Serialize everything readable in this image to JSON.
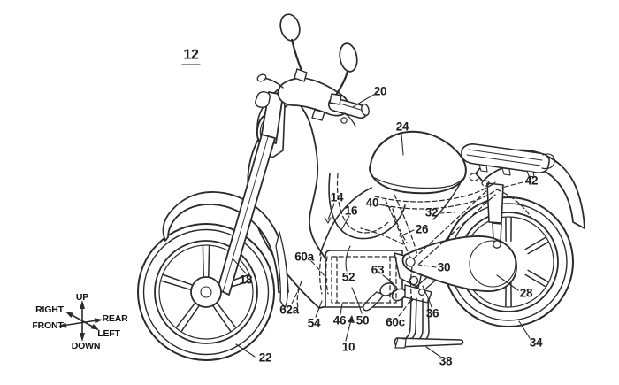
{
  "figure": {
    "number": "12",
    "labels": [
      {
        "ref": "20",
        "text": "20"
      },
      {
        "ref": "24",
        "text": "24"
      },
      {
        "ref": "42",
        "text": "42"
      },
      {
        "ref": "14",
        "text": "14"
      },
      {
        "ref": "40",
        "text": "40"
      },
      {
        "ref": "16",
        "text": "16"
      },
      {
        "ref": "32",
        "text": "32"
      },
      {
        "ref": "26",
        "text": "26"
      },
      {
        "ref": "60a",
        "text": "60a"
      },
      {
        "ref": "52",
        "text": "52"
      },
      {
        "ref": "63",
        "text": "63"
      },
      {
        "ref": "30",
        "text": "30"
      },
      {
        "ref": "18",
        "text": "18"
      },
      {
        "ref": "28",
        "text": "28"
      },
      {
        "ref": "62a",
        "text": "62a"
      },
      {
        "ref": "54",
        "text": "54"
      },
      {
        "ref": "46",
        "text": "46"
      },
      {
        "ref": "50",
        "text": "50"
      },
      {
        "ref": "60c",
        "text": "60c"
      },
      {
        "ref": "36",
        "text": "36"
      },
      {
        "ref": "10",
        "text": "10"
      },
      {
        "ref": "34",
        "text": "34"
      },
      {
        "ref": "22",
        "text": "22"
      },
      {
        "ref": "38",
        "text": "38"
      }
    ],
    "compass": {
      "up": "UP",
      "down": "DOWN",
      "front": "FRONT",
      "rear": "REAR",
      "left": "LEFT",
      "right": "RIGHT"
    },
    "colors": {
      "line": "#2a2a2a",
      "background": "#ffffff"
    }
  }
}
